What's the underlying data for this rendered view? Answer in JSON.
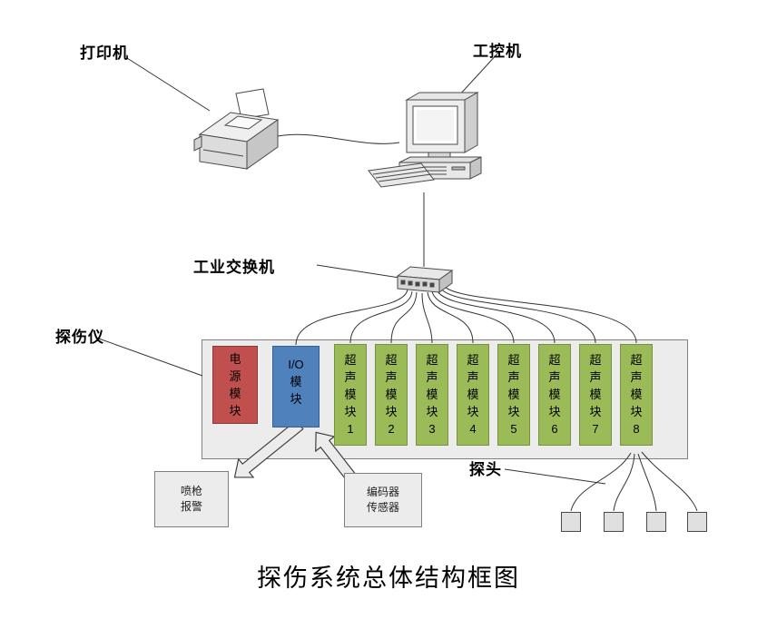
{
  "title": "探伤系统总体结构框图",
  "labels": {
    "printer": "打印机",
    "computer": "工控机",
    "switch": "工业交换机",
    "detector": "探伤仪",
    "probes": "探头"
  },
  "detector": {
    "power_module": "电\n源\n模\n块",
    "io_module": "I/O\n模\n块",
    "ultrasonic_modules": [
      "超\n声\n模\n块\n1",
      "超\n声\n模\n块\n2",
      "超\n声\n模\n块\n3",
      "超\n声\n模\n块\n4",
      "超\n声\n模\n块\n5",
      "超\n声\n模\n块\n6",
      "超\n声\n模\n块\n7",
      "超\n声\n模\n块\n8"
    ]
  },
  "peripherals": {
    "spray_alarm": "喷枪\n报警",
    "encoder_sensor": "编码器\n传感器"
  },
  "colors": {
    "power_module": "#C0504D",
    "io_module": "#4F81BD",
    "ultrasonic_module": "#9BBB59",
    "detector_box_fill": "#ECECEC"
  }
}
